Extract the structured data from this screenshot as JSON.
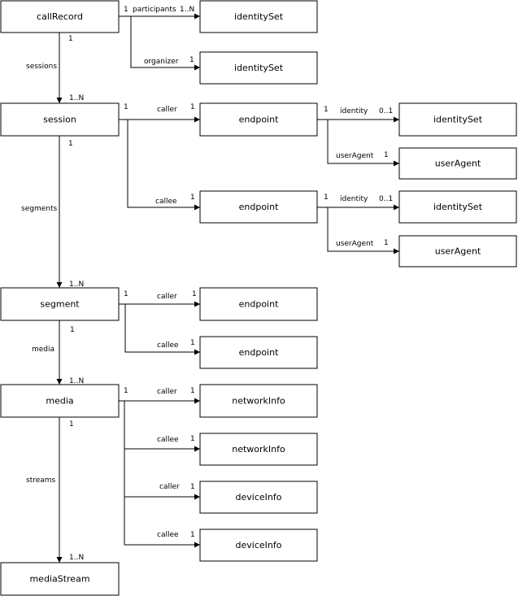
{
  "nodes": {
    "callRecord": "callRecord",
    "identitySet_participants": "identitySet",
    "identitySet_organizer": "identitySet",
    "session": "session",
    "endpoint_session_caller": "endpoint",
    "endpoint_session_callee": "endpoint",
    "identitySet_caller": "identitySet",
    "userAgent_caller": "userAgent",
    "identitySet_callee": "identitySet",
    "userAgent_callee": "userAgent",
    "segment": "segment",
    "endpoint_segment_caller": "endpoint",
    "endpoint_segment_callee": "endpoint",
    "media": "media",
    "networkInfo_caller": "networkInfo",
    "networkInfo_callee": "networkInfo",
    "deviceInfo_caller": "deviceInfo",
    "deviceInfo_callee": "deviceInfo",
    "mediaStream": "mediaStream"
  },
  "edges": {
    "participants": {
      "name": "participants",
      "source_mult": "1",
      "target_mult": "1..N"
    },
    "organizer": {
      "name": "organizer",
      "target_mult": "1"
    },
    "sessions": {
      "name": "sessions",
      "source_mult": "1",
      "target_mult": "1..N"
    },
    "session_caller": {
      "name": "caller",
      "source_mult": "1",
      "target_mult": "1"
    },
    "session_callee": {
      "name": "callee",
      "target_mult": "1"
    },
    "caller_identity": {
      "name": "identity",
      "source_mult": "1",
      "target_mult": "0..1"
    },
    "caller_userAgent": {
      "name": "userAgent",
      "target_mult": "1"
    },
    "callee_identity": {
      "name": "identity",
      "source_mult": "1",
      "target_mult": "0..1"
    },
    "callee_userAgent": {
      "name": "userAgent",
      "target_mult": "1"
    },
    "segments": {
      "name": "segments",
      "source_mult": "1",
      "target_mult": "1..N"
    },
    "segment_caller": {
      "name": "caller",
      "source_mult": "1",
      "target_mult": "1"
    },
    "segment_callee": {
      "name": "callee",
      "target_mult": "1"
    },
    "media_edge": {
      "name": "media",
      "source_mult": "1",
      "target_mult": "1..N"
    },
    "media_net_caller": {
      "name": "caller",
      "source_mult": "1",
      "target_mult": "1"
    },
    "media_net_callee": {
      "name": "callee",
      "target_mult": "1"
    },
    "media_dev_caller": {
      "name": "caller",
      "target_mult": "1"
    },
    "media_dev_callee": {
      "name": "callee",
      "target_mult": "1"
    },
    "streams": {
      "name": "streams",
      "source_mult": "1",
      "target_mult": "1..N"
    }
  }
}
